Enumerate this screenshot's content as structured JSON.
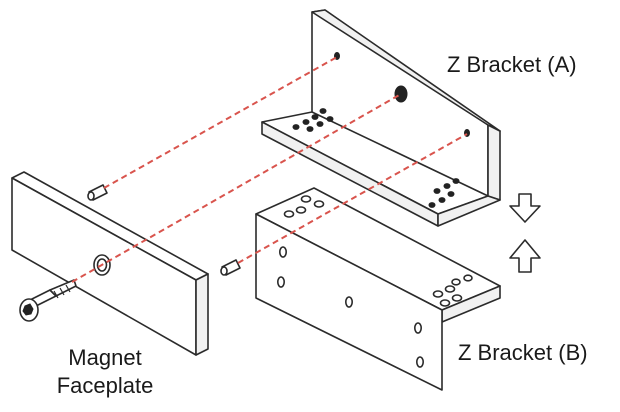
{
  "labels": {
    "bracket_a": "Z Bracket (A)",
    "bracket_b": "Z Bracket (B)",
    "faceplate_line1": "Magnet",
    "faceplate_line2": "Faceplate"
  },
  "colors": {
    "guide_line": "#d9544d",
    "outline": "#2b2b2b",
    "background": "#ffffff"
  },
  "icons": {
    "bracket_a": "z-bracket-a-icon",
    "bracket_b": "z-bracket-b-icon",
    "faceplate": "magnet-faceplate-icon",
    "screw": "screw-icon",
    "pins": "dowel-pin-icon",
    "direction_arrows": "double-arrow-icon"
  }
}
